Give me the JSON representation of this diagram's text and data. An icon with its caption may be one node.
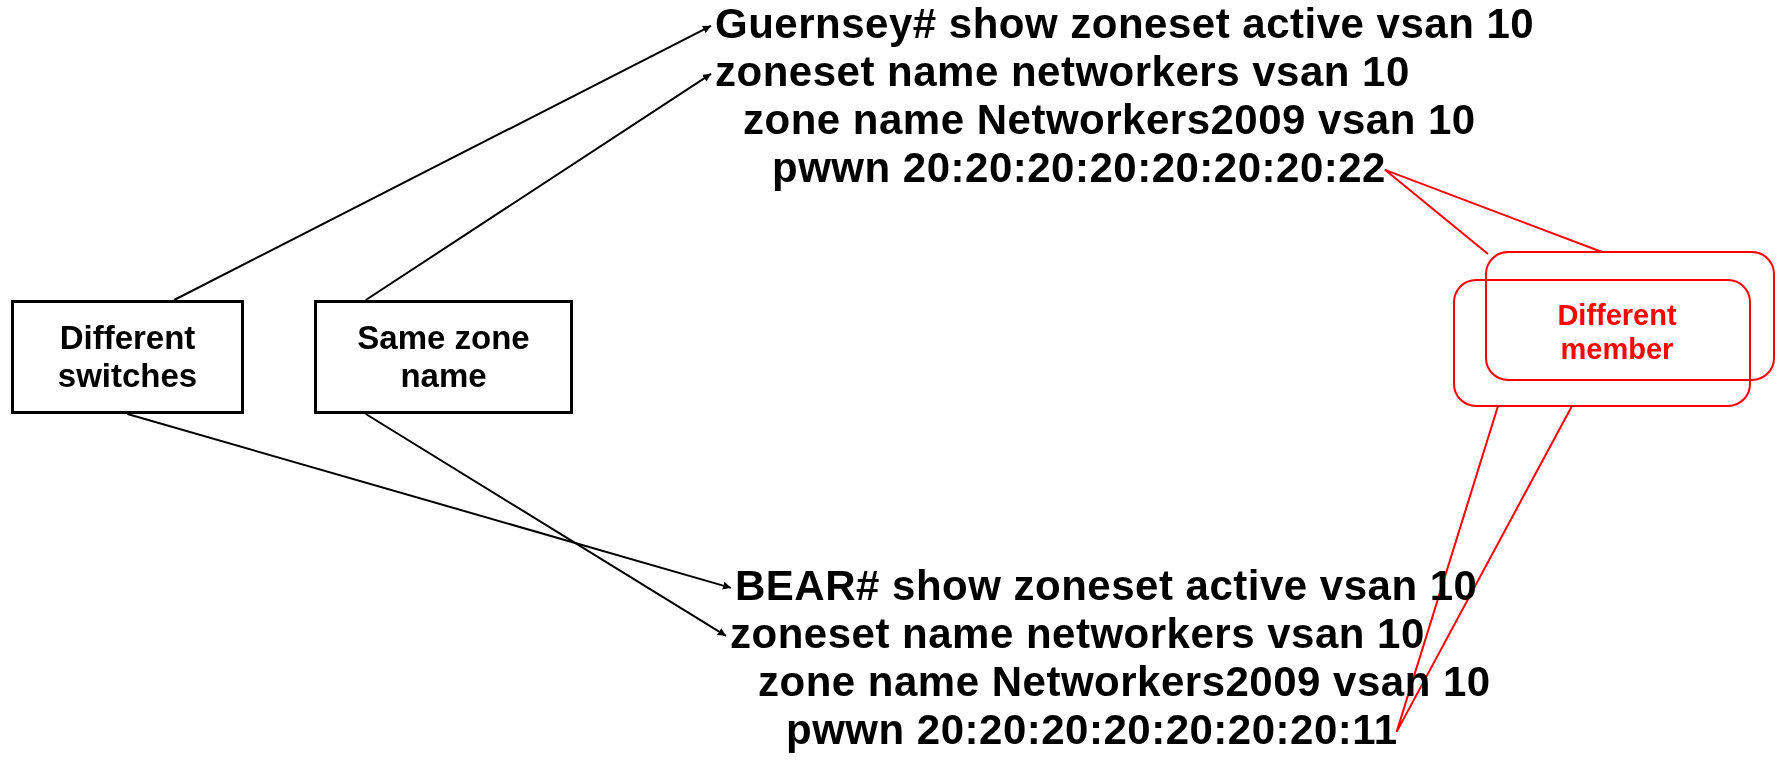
{
  "diagram": {
    "nodes": [
      {
        "text": [
          "Guernsey# show zoneset active vsan 10"
        ]
      },
      {
        "text": [
          "zoneset name networkers vsan 10"
        ]
      },
      {
        "text": [
          "zone name Networkers2009 vsan 10"
        ]
      },
      {
        "text": [
          "pwwn 20:20:20:20:20:20:20:22"
        ]
      },
      {
        "text": [
          "Different switches"
        ]
      },
      {
        "text": [
          "Same zone name"
        ]
      },
      {
        "text": [
          "Different member"
        ]
      },
      {
        "text": [
          "BEAR# show zoneset active vsan 10"
        ]
      },
      {
        "text": [
          "zoneset name networkers vsan 10"
        ]
      },
      {
        "text": [
          "zone name Networkers2009 vsan 10"
        ]
      },
      {
        "text": [
          "pwwn 20:20:20:20:20:20:20:11"
        ]
      }
    ],
    "edges": [
      {
        "from": 4,
        "to": 0,
        "arrow": "to"
      },
      {
        "from": 5,
        "to": 1,
        "arrow": "to"
      },
      {
        "from": 4,
        "to": 7,
        "arrow": "to"
      },
      {
        "from": 5,
        "to": 8,
        "arrow": "to"
      },
      {
        "from": 6,
        "to": 3,
        "arrow": "none",
        "color": "#ff0000"
      },
      {
        "from": 6,
        "to": 10,
        "arrow": "none",
        "color": "#ff0000"
      }
    ]
  }
}
